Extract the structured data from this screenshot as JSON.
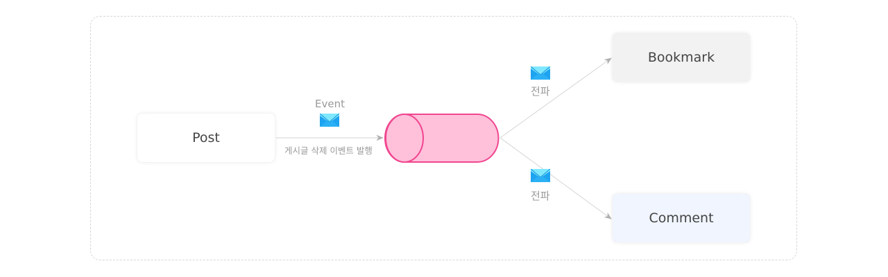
{
  "diagram": {
    "nodes": {
      "post": "Post",
      "bookmark": "Bookmark",
      "comment": "Comment"
    },
    "queue": {
      "label": "",
      "fill": "#ffc0da",
      "stroke": "#f0468f"
    },
    "edges": {
      "post_to_queue": {
        "top_label": "Event",
        "bottom_label": "게시글 삭제 이벤트 발행",
        "icon": "envelope-icon"
      },
      "queue_to_bookmark": {
        "label": "전파",
        "icon": "envelope-icon"
      },
      "queue_to_comment": {
        "label": "전파",
        "icon": "envelope-icon"
      }
    },
    "colors": {
      "edge": "#d9d9d9",
      "arrowhead": "#b0b0b0",
      "envelope_light": "#7fe8ff",
      "envelope_dark": "#1ea3f0"
    }
  }
}
